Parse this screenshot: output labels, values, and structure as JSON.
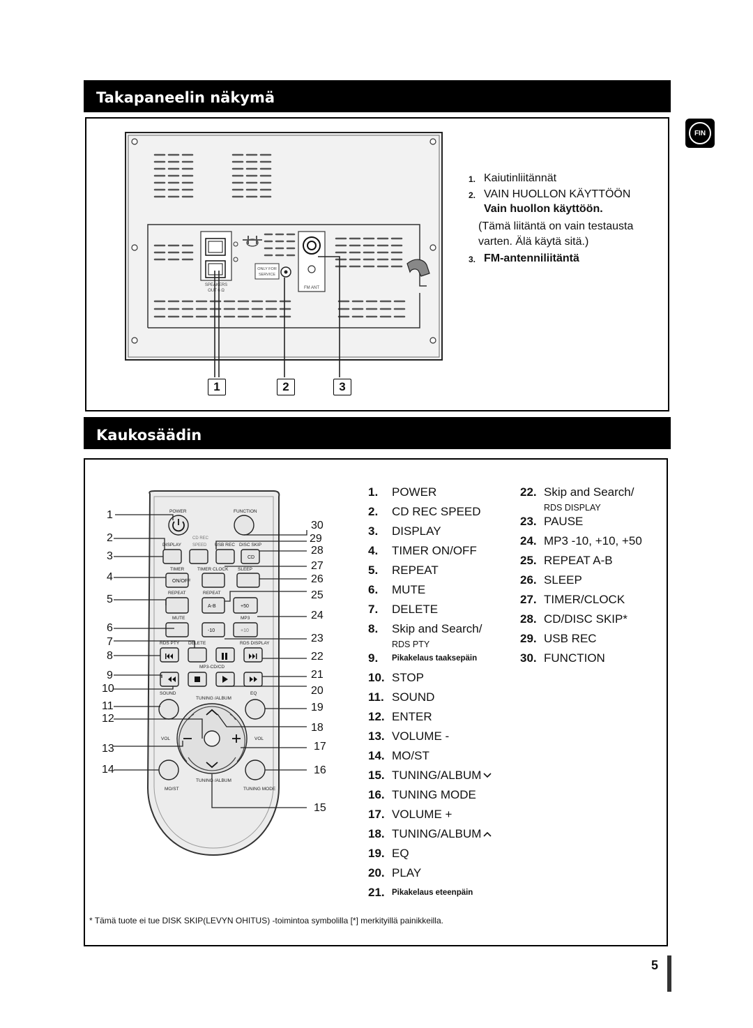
{
  "lang_badge": "FIN",
  "rear": {
    "title": "Takapaneelin näkymä",
    "panel_labels": {
      "speakers": "SPEAKERS",
      "ohm": "OUT 6 Ω",
      "only_for": "ONLY FOR",
      "service": "SERVICE",
      "fm_ant": "FM ANT"
    },
    "callouts": [
      "1",
      "2",
      "3"
    ],
    "items": [
      {
        "n": "1.",
        "text": "Kaiutinliitännät"
      },
      {
        "n": "2.",
        "text": "VAIN HUOLLON KÄYTTÖÖN",
        "sub": "Vain huollon käyttöön.",
        "note": "(Tämä liitäntä on vain testausta varten. Älä käytä sitä.)"
      },
      {
        "n": "3.",
        "text": "FM-antenniliitäntä"
      }
    ]
  },
  "remote": {
    "title": "Kaukosäädin",
    "button_labels": {
      "power": "POWER",
      "function": "FUNCTION",
      "cd_rec": "CD REC",
      "speed": "SPEED",
      "display": "DISPLAY",
      "usb_rec": "USB REC",
      "disc_skip": "DISC SKIP",
      "cd": "CD",
      "timer": "TIMER",
      "timer_clock": "TIMER CLOCK",
      "sleep": "SLEEP",
      "on_off": "ON/OFF",
      "repeat": "REPEAT",
      "repeat2": "REPEAT",
      "ab": "A-B",
      "plus50": "+50",
      "mute": "MUTE",
      "mp3": "MP3",
      "minus10": "-10",
      "plus10": "+10",
      "rds_pty": "RDS PTY",
      "delete": "DELETE",
      "rds_display": "RDS DISPLAY",
      "mp3_cd": "MP3-CD/CD",
      "sound": "SOUND",
      "tuning_album": "TUNING /ALBUM",
      "eq": "EQ",
      "vol_l": "VOL",
      "vol_r": "VOL",
      "mo_st": "MO/ST",
      "tuning_album2": "TUNING /ALBUM",
      "tuning_mode": "TUNING MODE"
    },
    "left_numbers": [
      "1",
      "2",
      "3",
      "4",
      "5",
      "6",
      "7",
      "8",
      "9",
      "10",
      "11",
      "12",
      "13",
      "14"
    ],
    "right_numbers": [
      "30",
      "29",
      "28",
      "27",
      "26",
      "25",
      "24",
      "23",
      "22",
      "21",
      "20",
      "19",
      "18",
      "17",
      "16",
      "15"
    ],
    "list1": [
      {
        "n": "1.",
        "t": "POWER"
      },
      {
        "n": "2.",
        "t": "CD REC SPEED"
      },
      {
        "n": "3.",
        "t": "DISPLAY"
      },
      {
        "n": "4.",
        "t": "TIMER ON/OFF"
      },
      {
        "n": "5.",
        "t": "REPEAT"
      },
      {
        "n": "6.",
        "t": "MUTE"
      },
      {
        "n": "7.",
        "t": "DELETE"
      },
      {
        "n": "8.",
        "t": "Skip and Search/",
        "caption": "RDS PTY"
      },
      {
        "n": "9.",
        "t": "Pikakelaus taaksepäin",
        "small": true
      },
      {
        "n": "10.",
        "t": "STOP"
      },
      {
        "n": "11.",
        "t": "SOUND"
      },
      {
        "n": "12.",
        "t": "ENTER"
      },
      {
        "n": "13.",
        "t": "VOLUME -"
      },
      {
        "n": "14.",
        "t": "MO/ST"
      },
      {
        "n": "15.",
        "t": "TUNING/ALBUM",
        "chev": "down"
      },
      {
        "n": "16.",
        "t": "TUNING MODE"
      },
      {
        "n": "17.",
        "t": "VOLUME +"
      },
      {
        "n": "18.",
        "t": "TUNING/ALBUM",
        "chev": "up"
      },
      {
        "n": "19.",
        "t": "EQ"
      },
      {
        "n": "20.",
        "t": "PLAY"
      },
      {
        "n": "21.",
        "t": "Pikakelaus eteenpäin",
        "small": true
      }
    ],
    "list2": [
      {
        "n": "22.",
        "t": "Skip and Search/",
        "caption": "RDS DISPLAY"
      },
      {
        "n": "23.",
        "t": "PAUSE"
      },
      {
        "n": "24.",
        "t": "MP3 -10, +10, +50"
      },
      {
        "n": "25.",
        "t": "REPEAT A-B"
      },
      {
        "n": "26.",
        "t": "SLEEP"
      },
      {
        "n": "27.",
        "t": "TIMER/CLOCK"
      },
      {
        "n": "28.",
        "t": "CD/DISC SKIP*"
      },
      {
        "n": "29.",
        "t": "USB REC"
      },
      {
        "n": "30.",
        "t": "FUNCTION"
      }
    ],
    "footnote": "* Tämä tuote ei tue DISK SKIP(LEVYN OHITUS) -toimintoa symbolilla [*] merkityillä painikkeilla."
  },
  "page_number": "5"
}
